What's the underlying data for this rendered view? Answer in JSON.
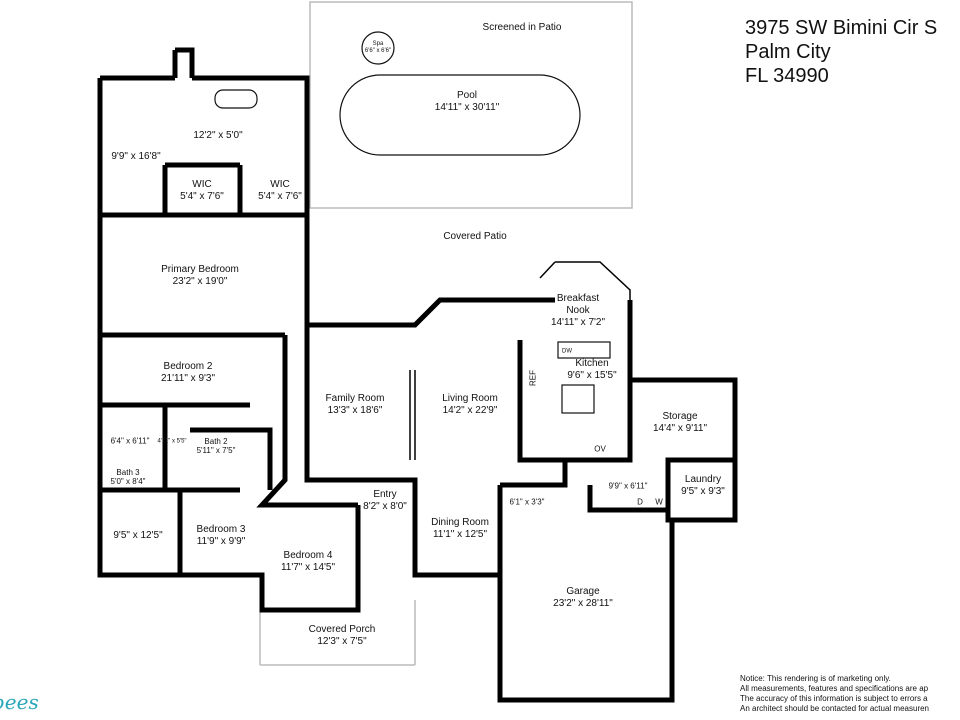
{
  "address": {
    "line1": "3975 SW Bimini Cir S",
    "line2": "Palm City",
    "line3": "FL 34990"
  },
  "rooms": [
    {
      "name": "Screened in Patio",
      "dims": ""
    },
    {
      "name": "Spa",
      "dims": "6'6\" x 6'6\""
    },
    {
      "name": "Pool",
      "dims": "14'11\" x 30'11\""
    },
    {
      "name": "",
      "dims": "12'2\" x 5'0\""
    },
    {
      "name": "",
      "dims": "9'9\" x 16'8\""
    },
    {
      "name": "WIC",
      "dims": "5'4\" x 7'6\""
    },
    {
      "name": "WIC",
      "dims": "5'4\" x 7'6\""
    },
    {
      "name": "Covered Patio",
      "dims": ""
    },
    {
      "name": "Primary Bedroom",
      "dims": "23'2\" x 19'0\""
    },
    {
      "name": "Breakfast Nook",
      "dims": "14'11\" x 7'2\""
    },
    {
      "name": "Bedroom 2",
      "dims": "21'11\" x 9'3\""
    },
    {
      "name": "Kitchen",
      "dims": "9'6\" x 15'5\""
    },
    {
      "name": "Family Room",
      "dims": "13'3\" x 18'6\""
    },
    {
      "name": "Living Room",
      "dims": "14'2\" x 22'9\""
    },
    {
      "name": "Storage",
      "dims": "14'4\" x 9'11\""
    },
    {
      "name": "",
      "dims": "6'4\" x 6'11\""
    },
    {
      "name": "",
      "dims": "4'11\" x 5'5\""
    },
    {
      "name": "Bath 2",
      "dims": "5'11\" x 7'5\""
    },
    {
      "name": "Bath 3",
      "dims": "5'0\" x 8'4\""
    },
    {
      "name": "",
      "dims": "9'9\" x 6'11\""
    },
    {
      "name": "Laundry",
      "dims": "9'5\" x 9'3\""
    },
    {
      "name": "Entry",
      "dims": "8'2\" x 8'0\""
    },
    {
      "name": "",
      "dims": "6'1\" x 3'3\""
    },
    {
      "name": "",
      "dims": "9'5\" x 12'5\""
    },
    {
      "name": "Bedroom 3",
      "dims": "11'9\" x 9'9\""
    },
    {
      "name": "Bedroom 4",
      "dims": "11'7\" x 14'5\""
    },
    {
      "name": "Dining Room",
      "dims": "11'1\" x 12'5\""
    },
    {
      "name": "Garage",
      "dims": "23'2\" x 28'11\""
    },
    {
      "name": "Covered Porch",
      "dims": "12'3\" x 7'5\""
    }
  ],
  "fixtures": {
    "dw": "DW",
    "ref": "REF",
    "ov": "OV",
    "dryer": "D",
    "washer": "W"
  },
  "notice": [
    "Notice: This rendering is of marketing only.",
    "All measurements, features and specifications are ap",
    "The accuracy of this information is subject to errors a",
    "An architect should be contacted for actual measuren"
  ],
  "logo": "bees"
}
